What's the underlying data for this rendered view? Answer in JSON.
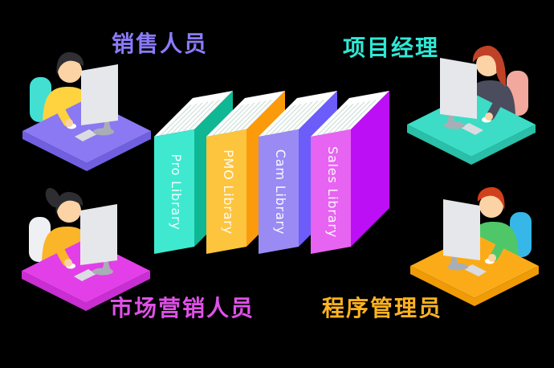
{
  "background_color": "#000000",
  "roles": {
    "sales_staff": {
      "label": "销售人员",
      "color": "#8b7bfa",
      "position": "top-left"
    },
    "project_manager": {
      "label": "项目经理",
      "color": "#2ee9d6",
      "position": "top-right"
    },
    "marketing_staff": {
      "label": "市场营销人员",
      "color": "#e050e8",
      "position": "bottom-left"
    },
    "program_admin": {
      "label": "程序管理员",
      "color": "#fdb321",
      "position": "bottom-right"
    }
  },
  "books": [
    {
      "title": "Pro Library",
      "spine_color": "#3ee9d0",
      "edge_color": "#0fb795"
    },
    {
      "title": "PMO Library",
      "spine_color": "#fdc43e",
      "edge_color": "#fb9b0b"
    },
    {
      "title": "Cam Library",
      "spine_color": "#9a8af4",
      "edge_color": "#6c5cfa"
    },
    {
      "title": "Sales Library",
      "spine_color": "#e763f2",
      "edge_color": "#bd0ff5"
    }
  ],
  "book_style": {
    "pages_color": "#ffffff",
    "page_line_color": "#cfe0da",
    "title_color": "#ffffff"
  },
  "palette": {
    "skin": "#fbd3a4",
    "monitor_body": "#e6e7ea",
    "monitor_stand": "#a9aeb6",
    "keyboard": "#d9dce0",
    "mouse": "#ffffff"
  },
  "workstations": [
    {
      "id": "sales-staff",
      "position": "top-left",
      "desk_top": "#8a79f2",
      "desk_side": "#7060e0",
      "chair": "#43dfd2",
      "shirt": "#ffd23f",
      "hair": "#303034"
    },
    {
      "id": "project-manager",
      "position": "top-right",
      "desk_top": "#3cdcc6",
      "desk_side": "#2abfa8",
      "chair": "#f2a89c",
      "shirt": "#4b4c5e",
      "hair": "#bf4227"
    },
    {
      "id": "marketing-staff",
      "position": "bottom-left",
      "desk_top": "#e23fe8",
      "desk_side": "#c92ed2",
      "chair": "#eef0f4",
      "shirt": "#fbb528",
      "hair": "#2e2e32"
    },
    {
      "id": "program-admin",
      "position": "bottom-right",
      "desk_top": "#fcab18",
      "desk_side": "#ef9b08",
      "chair": "#36b7e8",
      "shirt": "#4fc768",
      "hair": "#d23f1b"
    }
  ]
}
